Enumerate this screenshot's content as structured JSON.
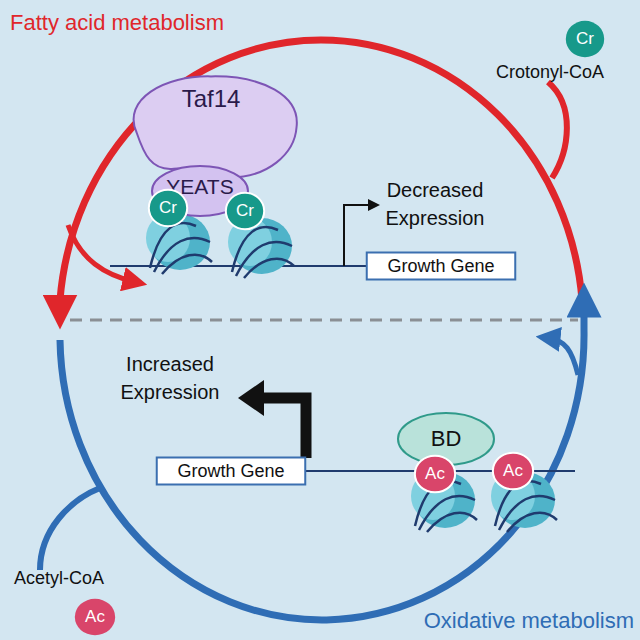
{
  "diagram": {
    "nodes": [
      {
        "text": [
          "Cr"
        ]
      },
      {
        "text": [
          "Taf14"
        ]
      },
      {
        "text": [
          "YEATS"
        ]
      },
      {
        "text": [
          "Cr"
        ]
      },
      {
        "text": [
          "Cr"
        ]
      },
      {
        "text": [
          "Growth Gene"
        ]
      },
      {
        "text": [
          "BD"
        ]
      },
      {
        "text": [
          "Ac"
        ]
      },
      {
        "text": [
          "Ac"
        ]
      },
      {
        "text": [
          "Growth Gene"
        ]
      },
      {
        "text": [
          "Ac"
        ]
      }
    ],
    "labels": [
      "Fatty acid metabolism",
      "Crotonyl-CoA",
      "Decreased Expression",
      "Increased Expression",
      "Acetyl-CoA",
      "Oxidative metabolism"
    ]
  }
}
